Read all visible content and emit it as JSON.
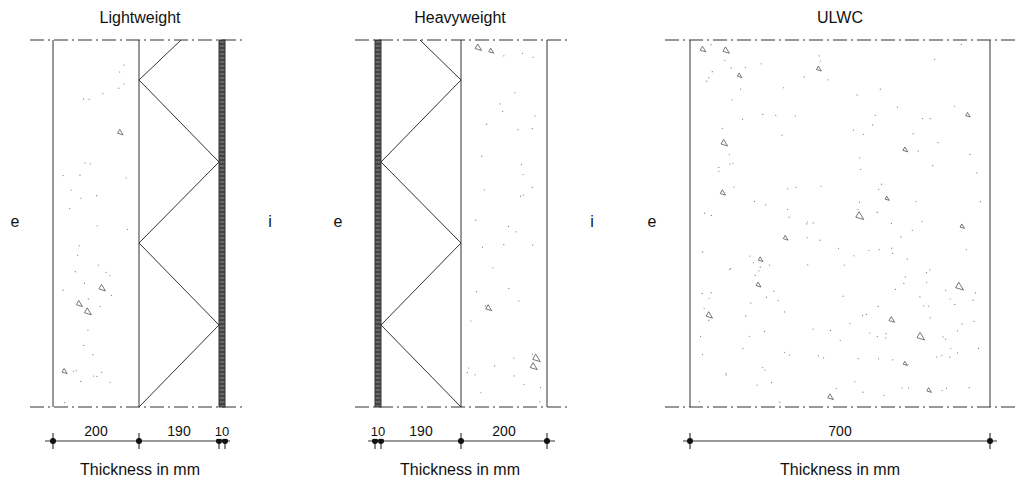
{
  "diagram": {
    "labels": [
      "Lightweight",
      "Heavyweight",
      "ULWC",
      "e",
      "i",
      "e",
      "i",
      "e",
      "200",
      "190",
      "10",
      "Thickness in mm",
      "10",
      "190",
      "200",
      "Thickness in mm",
      "700",
      "Thickness in mm"
    ]
  }
}
